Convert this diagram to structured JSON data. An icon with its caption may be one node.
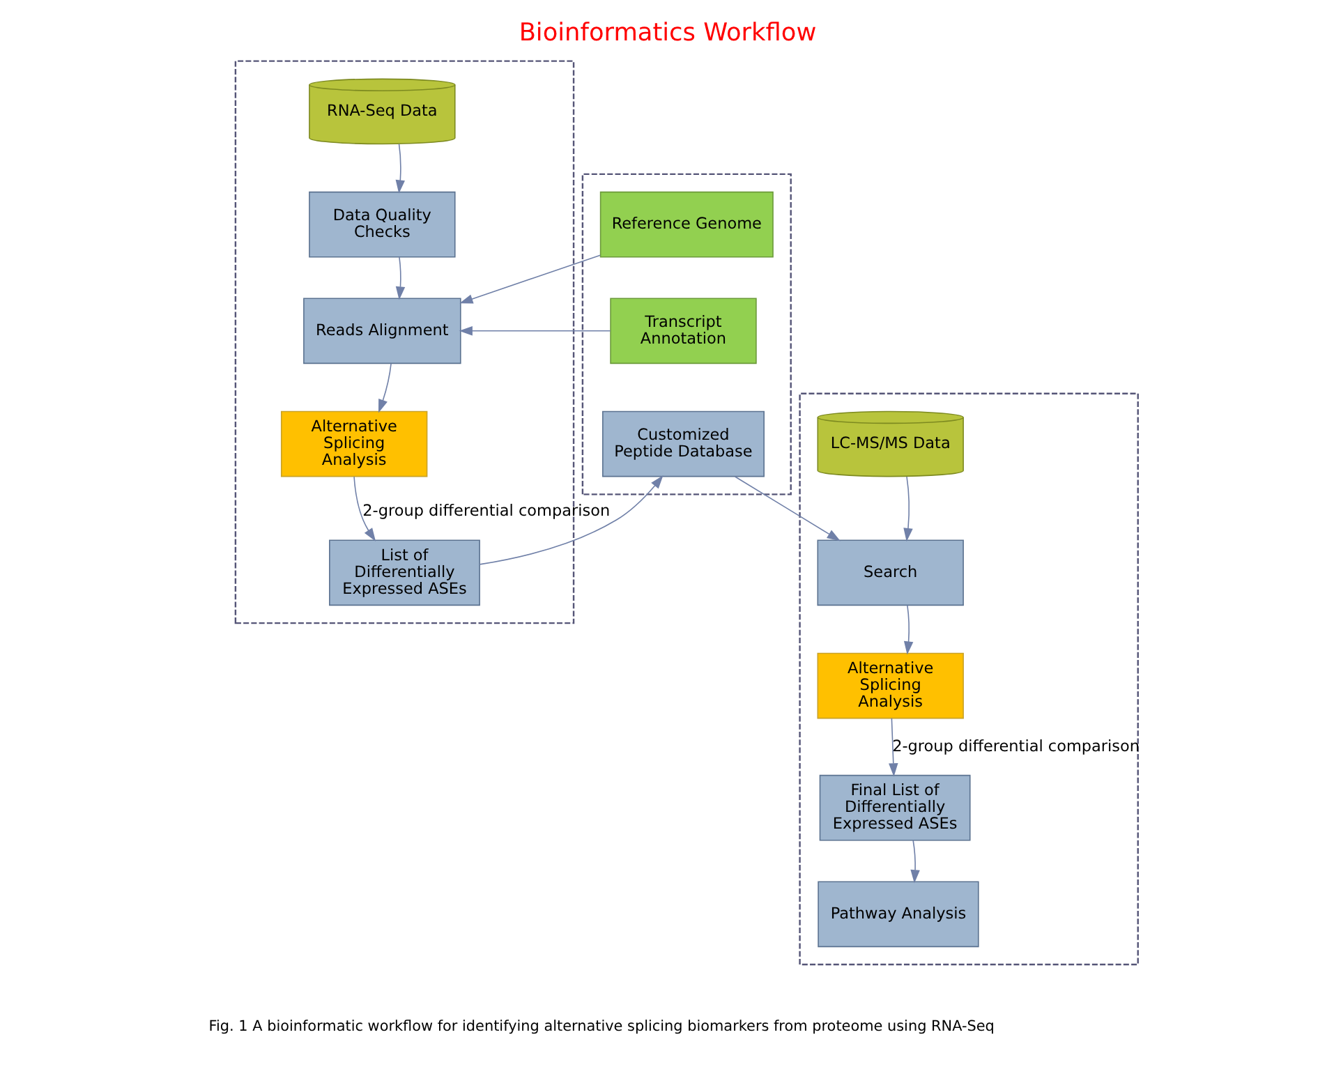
{
  "diagram": {
    "title": "Bioinformatics Workflow",
    "caption": "Fig. 1 A bioinformatic workflow for identifying alternative splicing biomarkers from proteome using RNA-Seq",
    "nodes": [
      {
        "text": [],
        "shape": "box"
      },
      {
        "text": [
          "RNA-Seq Data"
        ],
        "in": 0
      },
      {
        "text": [
          "Data Quality Checks"
        ],
        "in": 0
      },
      {
        "text": [
          "Reads Alignment"
        ],
        "in": 0
      },
      {
        "text": [
          "Alternative Splicing Analysis"
        ],
        "in": 0
      },
      {
        "text": [
          "List of Differentially Expressed ASEs"
        ],
        "in": 0
      },
      {
        "text": [],
        "shape": "box"
      },
      {
        "text": [
          "Reference Genome"
        ],
        "in": 6
      },
      {
        "text": [
          "Transcript Annotation"
        ],
        "in": 6
      },
      {
        "text": [
          "Customized Peptide Database"
        ],
        "in": 6
      },
      {
        "text": [],
        "shape": "box"
      },
      {
        "text": [
          "LC-MS/MS Data"
        ],
        "in": 10
      },
      {
        "text": [
          "Search"
        ],
        "in": 10
      },
      {
        "text": [
          "Alternative Splicing Analysis"
        ],
        "in": 10
      },
      {
        "text": [
          "Final List of Differentially Expressed ASEs"
        ],
        "in": 10
      },
      {
        "text": [
          "Pathway Analysis"
        ],
        "in": 10
      }
    ],
    "edges": [
      {
        "from": 1,
        "to": 2,
        "arrow": "to"
      },
      {
        "from": 2,
        "to": 3,
        "arrow": "to"
      },
      {
        "from": 7,
        "to": 3,
        "arrow": "to"
      },
      {
        "from": 8,
        "to": 3,
        "arrow": "to"
      },
      {
        "from": 3,
        "to": 4,
        "arrow": "to"
      },
      {
        "from": 4,
        "to": 5,
        "arrow": "to",
        "label": "2-group differential comparison"
      },
      {
        "from": 5,
        "to": 9,
        "arrow": "to"
      },
      {
        "from": 9,
        "to": 12,
        "arrow": "to"
      },
      {
        "from": 11,
        "to": 12,
        "arrow": "to"
      },
      {
        "from": 12,
        "to": 13,
        "arrow": "to"
      },
      {
        "from": 13,
        "to": 14,
        "arrow": "to",
        "label": "2-group differential comparison"
      },
      {
        "from": 14,
        "to": 15,
        "arrow": "to"
      }
    ]
  }
}
